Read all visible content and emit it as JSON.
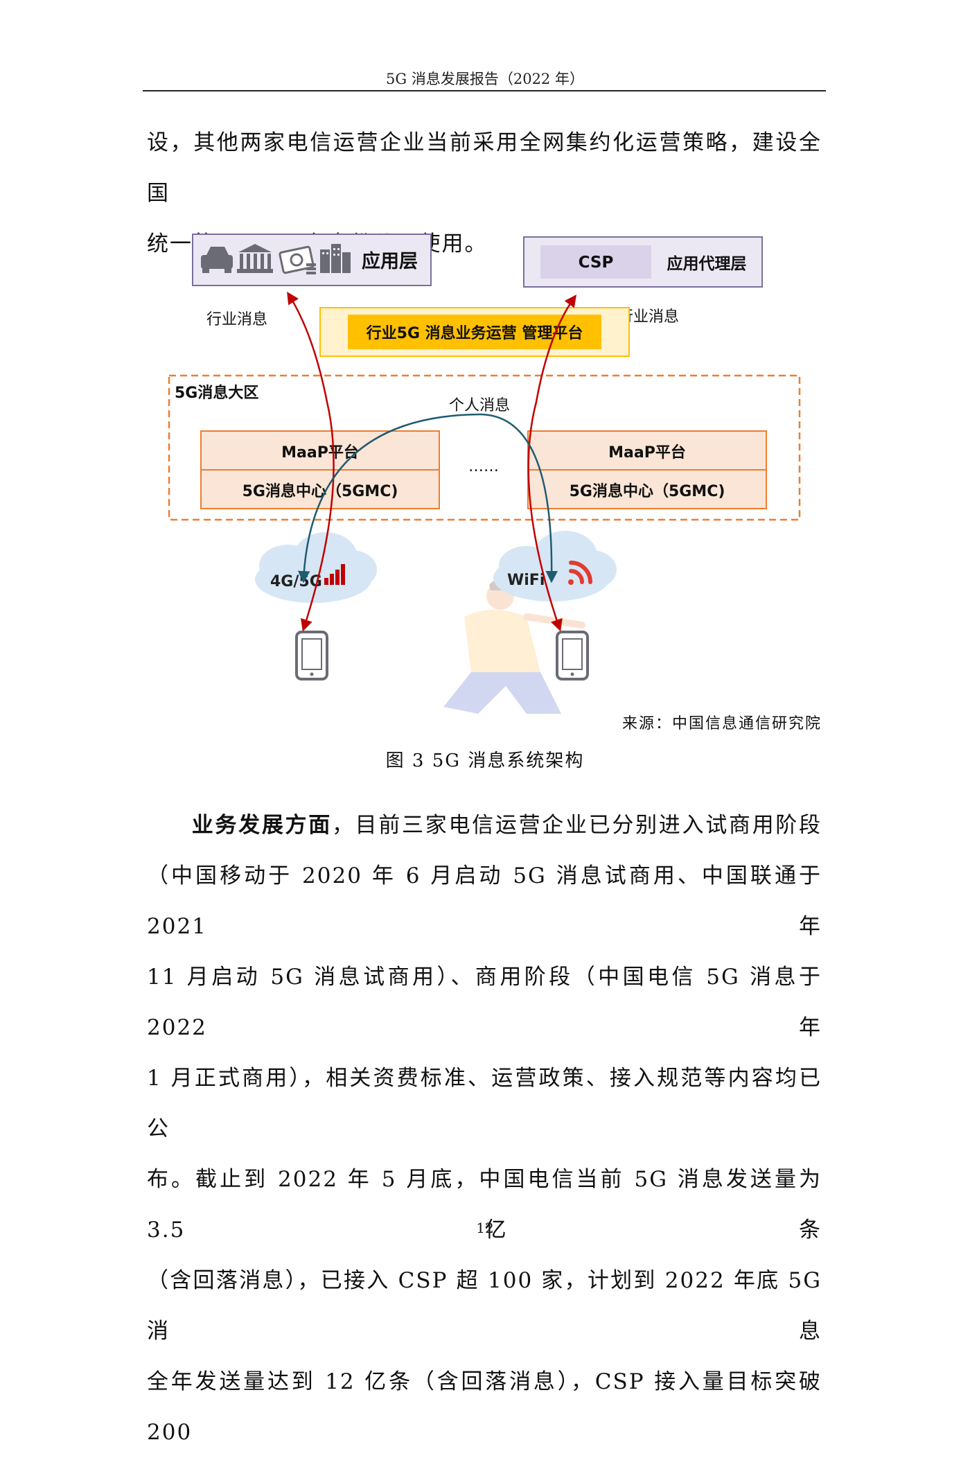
{
  "header": {
    "running_title": "5G 消息发展报告（2022 年）"
  },
  "intro": {
    "line1": "设，其他两家电信运营企业当前采用全网集约化运营策略，建设全国",
    "line2": "统一的 CSP 平台省份公司使用。"
  },
  "figure": {
    "app_layer_label": "应用层",
    "csp_label": "CSP",
    "app_proxy_label": "应用代理层",
    "industry_msg_left": "行业消息",
    "industry_msg_right": "行业消息",
    "platform_label": "行业5G 消息业务运营 管理平台",
    "region_label": "5G消息大区",
    "personal_msg": "个人消息",
    "maap_left": "MaaP平台",
    "maap_right": "MaaP平台",
    "gmc_left": "5G消息中心（5GMC)",
    "gmc_right": "5G消息中心（5GMC)",
    "ellipsis": "……",
    "network_left": "4G/5G",
    "network_right": "WiFi",
    "source": "来源：中国信息通信研究院",
    "caption": "图 3 5G 消息系统架构",
    "colors": {
      "app_box_border": "#7a6f9b",
      "app_box_fill": "#ebe8f3",
      "csp_fill": "#d9d2e9",
      "platform_fill": "#ffc000",
      "platform_outer": "#fff2cc",
      "region_border": "#ed7d31",
      "maap_fill": "#fbe5d6",
      "red_arrow": "#c00000",
      "teal_arrow": "#1f5c70",
      "cloud_fill": "#d6e6f4",
      "signal_red": "#c00000",
      "wifi_red": "#e03c31"
    }
  },
  "body": {
    "lead": "业务发展方面",
    "lines": [
      "，目前三家电信运营企业已分别进入试商用阶段",
      "（中国移动于 2020 年 6 月启动 5G 消息试商用、中国联通于 2021 年",
      "11 月启动 5G 消息试商用）、商用阶段（中国电信 5G 消息于 2022 年",
      "1 月正式商用），相关资费标准、运营政策、接入规范等内容均已公",
      "布。截止到 2022 年 5 月底，中国电信当前 5G 消息发送量为 3.5 亿条",
      "（含回落消息），已接入 CSP 超 100 家，计划到 2022 年底 5G 消息",
      "全年发送量达到 12 亿条（含回落消息），CSP 接入量目标突破 200"
    ]
  },
  "footer": {
    "page_number": "12"
  }
}
